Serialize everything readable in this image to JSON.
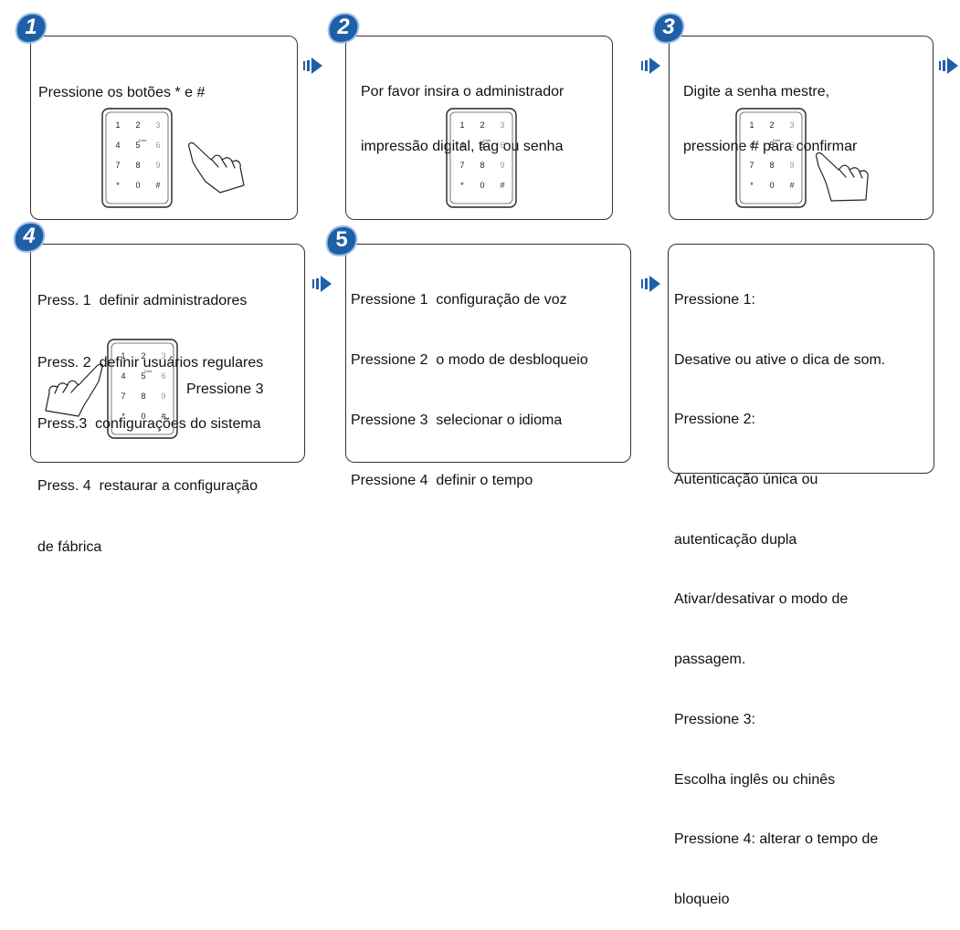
{
  "accent_color": "#1f5fa8",
  "steps": [
    {
      "number": "1",
      "lines": [
        "Pressione os botões * e #"
      ]
    },
    {
      "number": "2",
      "lines": [
        "Por favor insira o administrador",
        "impressão digital, tag ou senha"
      ]
    },
    {
      "number": "3",
      "lines": [
        "Digite a senha mestre,",
        "pressione # para confirmar"
      ]
    },
    {
      "number": "4",
      "lines": [
        "Press. 1  definir administradores",
        "Press. 2  definir usuários regulares",
        "Press.3  configurações do sistema",
        "Press. 4  restaurar a configuração",
        "de fábrica"
      ],
      "side_label": "Pressione 3"
    },
    {
      "number": "5",
      "lines": [
        "Pressione 1  configuração de voz",
        "Pressione 2  o modo de desbloqueio",
        "Pressione 3  selecionar o idioma",
        "Pressione 4  definir o tempo"
      ]
    },
    {
      "lines": [
        "Pressione 1:",
        "Desative ou ative o dica de som.",
        "Pressione 2:",
        "Autenticação única ou",
        "autenticação dupla",
        "Ativar/desativar o modo de",
        "passagem.",
        "Pressione 3:",
        "Escolha inglês ou chinês",
        "Pressione 4: alterar o tempo de",
        "bloqueio"
      ]
    }
  ],
  "keypad": {
    "keys": [
      "1",
      "2",
      "3",
      "4",
      "5",
      "6",
      "7",
      "8",
      "9",
      "*",
      "0",
      "#"
    ],
    "logo_text": "Card"
  },
  "icons": {
    "step_badge": "step-number-badge-icon",
    "arrow": "next-step-arrow-icon",
    "keypad": "lock-keypad-icon",
    "hand": "pressing-hand-icon"
  }
}
